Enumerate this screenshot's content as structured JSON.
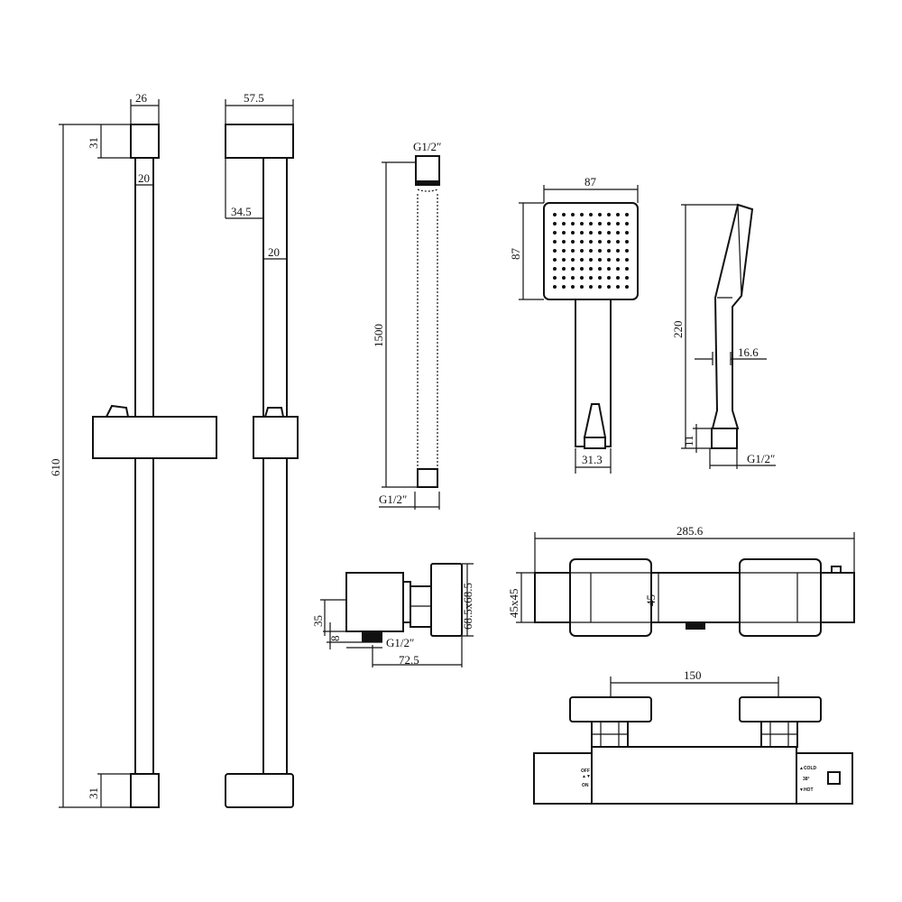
{
  "rail_front": {
    "width_top": "26",
    "height_top": "31",
    "pipe_dia": "20",
    "total_length": "610",
    "height_bottom": "31"
  },
  "rail_side": {
    "depth": "57.5",
    "offset": "34.5",
    "pipe_dia": "20"
  },
  "hose": {
    "thread_top": "G1/2″",
    "length": "1500",
    "thread_bottom": "G1/2″"
  },
  "hand_shower": {
    "width": "87",
    "height": "87",
    "handle_width": "31.3",
    "length": "220",
    "neck": "16.6",
    "thread_len": "11",
    "thread": "G1/2″"
  },
  "wall_outlet": {
    "height": "35",
    "thread_len": "8",
    "thread": "G1/2″",
    "depth": "72.5",
    "flange": "68.5x68.5"
  },
  "valve_top": {
    "length": "285.6",
    "section": "45x45",
    "height": "45"
  },
  "valve_front": {
    "centers": "150",
    "off": "OFF",
    "on": "ON",
    "cold": "▲COLD",
    "temp": "38°",
    "hot": "▼HOT"
  }
}
